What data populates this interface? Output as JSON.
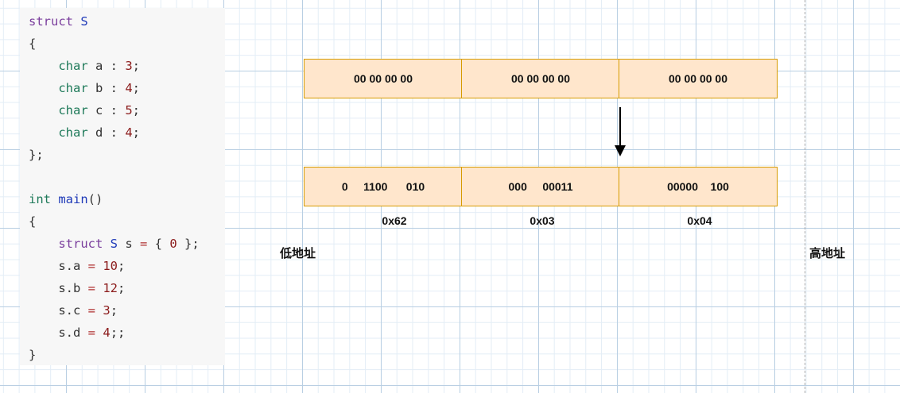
{
  "code_lines": [
    [
      {
        "t": "struct ",
        "c": "kw"
      },
      {
        "t": "S",
        "c": "tn"
      }
    ],
    [
      {
        "t": "{",
        "c": ""
      }
    ],
    [
      {
        "t": "    ",
        "c": ""
      },
      {
        "t": "char",
        "c": "ty"
      },
      {
        "t": " a : ",
        "c": ""
      },
      {
        "t": "3",
        "c": "nm"
      },
      {
        "t": ";",
        "c": ""
      }
    ],
    [
      {
        "t": "    ",
        "c": ""
      },
      {
        "t": "char",
        "c": "ty"
      },
      {
        "t": " b : ",
        "c": ""
      },
      {
        "t": "4",
        "c": "nm"
      },
      {
        "t": ";",
        "c": ""
      }
    ],
    [
      {
        "t": "    ",
        "c": ""
      },
      {
        "t": "char",
        "c": "ty"
      },
      {
        "t": " c : ",
        "c": ""
      },
      {
        "t": "5",
        "c": "nm"
      },
      {
        "t": ";",
        "c": ""
      }
    ],
    [
      {
        "t": "    ",
        "c": ""
      },
      {
        "t": "char",
        "c": "ty"
      },
      {
        "t": " d : ",
        "c": ""
      },
      {
        "t": "4",
        "c": "nm"
      },
      {
        "t": ";",
        "c": ""
      }
    ],
    [
      {
        "t": "};",
        "c": ""
      }
    ],
    [],
    [
      {
        "t": "int",
        "c": "ty"
      },
      {
        "t": " ",
        "c": ""
      },
      {
        "t": "main",
        "c": "tn"
      },
      {
        "t": "()",
        "c": ""
      }
    ],
    [
      {
        "t": "{",
        "c": ""
      }
    ],
    [
      {
        "t": "    ",
        "c": ""
      },
      {
        "t": "struct ",
        "c": "kw"
      },
      {
        "t": "S",
        "c": "tn"
      },
      {
        "t": " s ",
        "c": ""
      },
      {
        "t": "=",
        "c": "op"
      },
      {
        "t": " { ",
        "c": ""
      },
      {
        "t": "0",
        "c": "nm"
      },
      {
        "t": " };",
        "c": ""
      }
    ],
    [
      {
        "t": "    s.a ",
        "c": ""
      },
      {
        "t": "=",
        "c": "op"
      },
      {
        "t": " ",
        "c": ""
      },
      {
        "t": "10",
        "c": "nm"
      },
      {
        "t": ";",
        "c": ""
      }
    ],
    [
      {
        "t": "    s.b ",
        "c": ""
      },
      {
        "t": "=",
        "c": "op"
      },
      {
        "t": " ",
        "c": ""
      },
      {
        "t": "12",
        "c": "nm"
      },
      {
        "t": ";",
        "c": ""
      }
    ],
    [
      {
        "t": "    s.c ",
        "c": ""
      },
      {
        "t": "=",
        "c": "op"
      },
      {
        "t": " ",
        "c": ""
      },
      {
        "t": "3",
        "c": "nm"
      },
      {
        "t": ";",
        "c": ""
      }
    ],
    [
      {
        "t": "    s.d ",
        "c": ""
      },
      {
        "t": "=",
        "c": "op"
      },
      {
        "t": " ",
        "c": ""
      },
      {
        "t": "4",
        "c": "nm"
      },
      {
        "t": ";;",
        "c": ""
      }
    ],
    [
      {
        "t": "}",
        "c": ""
      }
    ]
  ],
  "diagram": {
    "initial_bytes": [
      "00 00 00 00",
      "00 00 00 00",
      "00 00 00 00"
    ],
    "assigned_bytes": [
      "0     1100      010",
      "000     00011",
      "00000    100"
    ],
    "hex_values": [
      "0x62",
      "0x03",
      "0x04"
    ],
    "low_address_label": "低地址",
    "high_address_label": "高地址"
  },
  "colors": {
    "cell_fill": "#ffe6cc",
    "cell_border": "#d79b00",
    "grid_major": "#b9cfe3",
    "grid_minor": "#e3edf6"
  }
}
